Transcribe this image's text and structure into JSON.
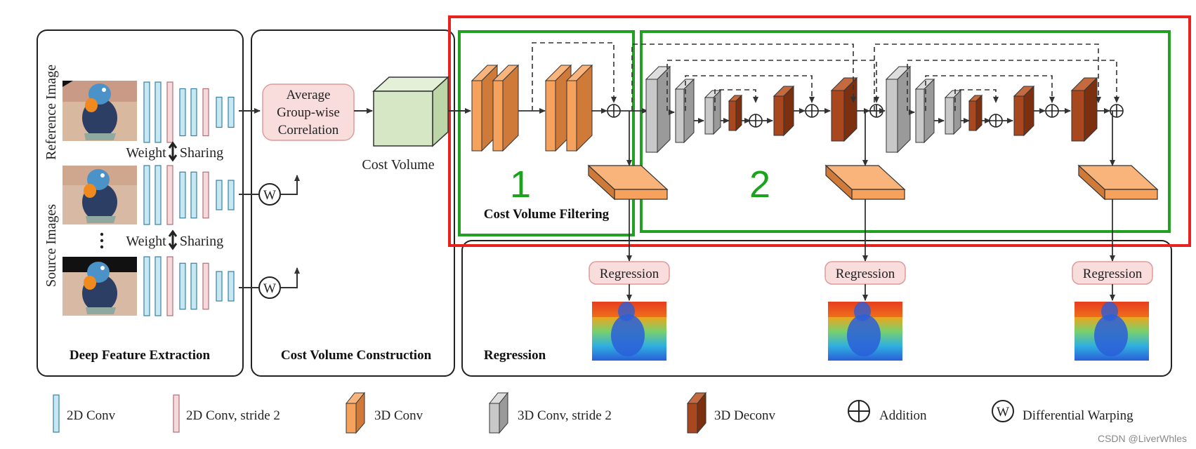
{
  "panels": {
    "feature": "Deep Feature Extraction",
    "cost_construction": "Cost Volume Construction",
    "regression": "Regression",
    "cost_filtering": "Cost Volume Filtering"
  },
  "labels": {
    "reference_image": "Reference Image",
    "source_images": "Source Images",
    "weight": "Weight",
    "sharing": "Sharing",
    "avg_line1": "Average",
    "avg_line2": "Group-wise",
    "avg_line3": "Correlation",
    "cost_volume": "Cost Volume",
    "regression_box": "Regression",
    "warp_symbol": "W"
  },
  "highlights": {
    "region1": "1",
    "region2": "2",
    "outer_color": "#e8221e",
    "inner_color": "#22a022"
  },
  "legend": [
    {
      "key": "conv2d",
      "label": "2D Conv"
    },
    {
      "key": "conv2d_s2",
      "label": "2D Conv, stride 2"
    },
    {
      "key": "conv3d",
      "label": "3D Conv"
    },
    {
      "key": "conv3d_s2",
      "label": "3D Conv, stride 2"
    },
    {
      "key": "deconv3d",
      "label": "3D Deconv"
    },
    {
      "key": "addition",
      "label": "Addition"
    },
    {
      "key": "warping",
      "label": "Differential Warping"
    }
  ],
  "colors": {
    "conv2d": "#c6e8f2",
    "conv2d_s2": "#f5d9dc",
    "conv3d": "#f7a25c",
    "conv3d_s2": "#c8c8c8",
    "deconv3d": "#a9471f",
    "cost_volume": "#d5e7c5",
    "regression_bg": "#f9dcdc"
  },
  "watermark": "CSDN @LiverWhles"
}
